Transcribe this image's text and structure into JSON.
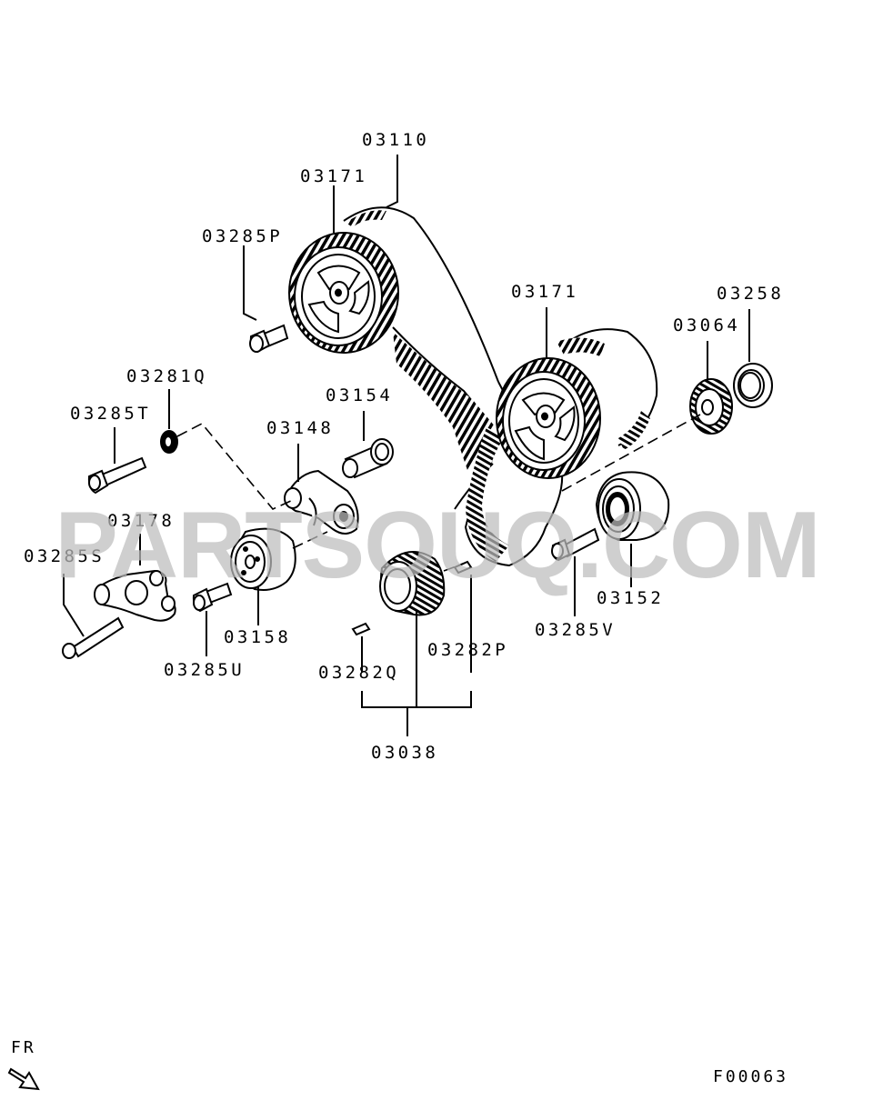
{
  "labels": {
    "belt": "03110",
    "sprocket_left": "03171",
    "sprocket_right": "03171",
    "bolt_p": "03285P",
    "washer_q": "03281Q",
    "bolt_t": "03285T",
    "sleeve": "03154",
    "bracket": "03148",
    "arm": "03178",
    "bolt_s": "03285S",
    "tensioner_pulley": "03158",
    "bolt_u": "03285U",
    "key_q": "03282Q",
    "key_p": "03282P",
    "crank_sprocket_set": "03038",
    "idler_pulley": "03152",
    "bolt_v": "03285V",
    "flange": "03064",
    "seal": "03258"
  },
  "watermark": "PARTSOUQ.COM",
  "direction": {
    "label": "FR",
    "icon": "arrow-front-icon"
  },
  "figure_id": "F00063"
}
